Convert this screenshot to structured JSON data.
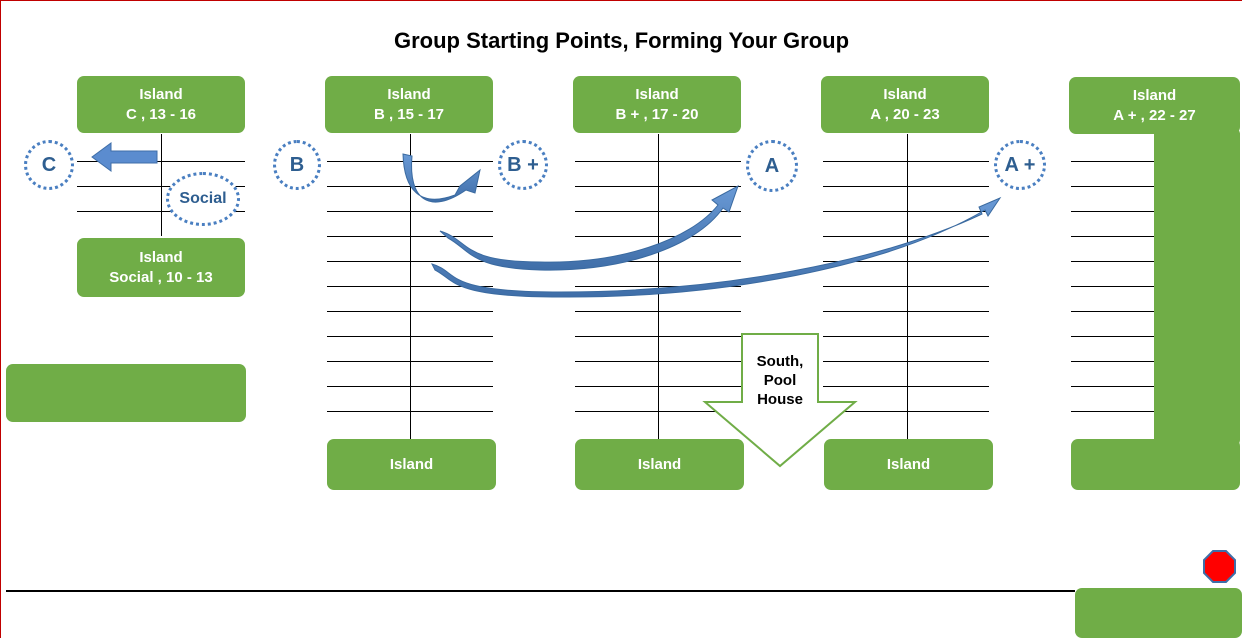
{
  "title": "Group Starting Points, Forming Your Group",
  "islands_top": [
    {
      "line1": "Island",
      "line2": "C , 13 - 16"
    },
    {
      "line1": "Island",
      "line2": "B , 15 - 17"
    },
    {
      "line1": "Island",
      "line2": "B + , 17 - 20"
    },
    {
      "line1": "Island",
      "line2": "A , 20 - 23"
    },
    {
      "line1": "Island",
      "line2": "A + , 22 - 27"
    }
  ],
  "island_social": {
    "line1": "Island",
    "line2": "Social , 10 - 13"
  },
  "islands_bottom": [
    "Island",
    "Island",
    "Island"
  ],
  "markers": {
    "c": "C",
    "b": "B",
    "b_plus": "B +",
    "a": "A",
    "a_plus": "A +",
    "social": "Social"
  },
  "south_arrow": {
    "line1": "South,",
    "line2": "Pool",
    "line3": "House"
  },
  "colors": {
    "island_green": "#70ad47",
    "arrow_blue": "#4a7fc1",
    "stop_red": "#ff0000"
  }
}
